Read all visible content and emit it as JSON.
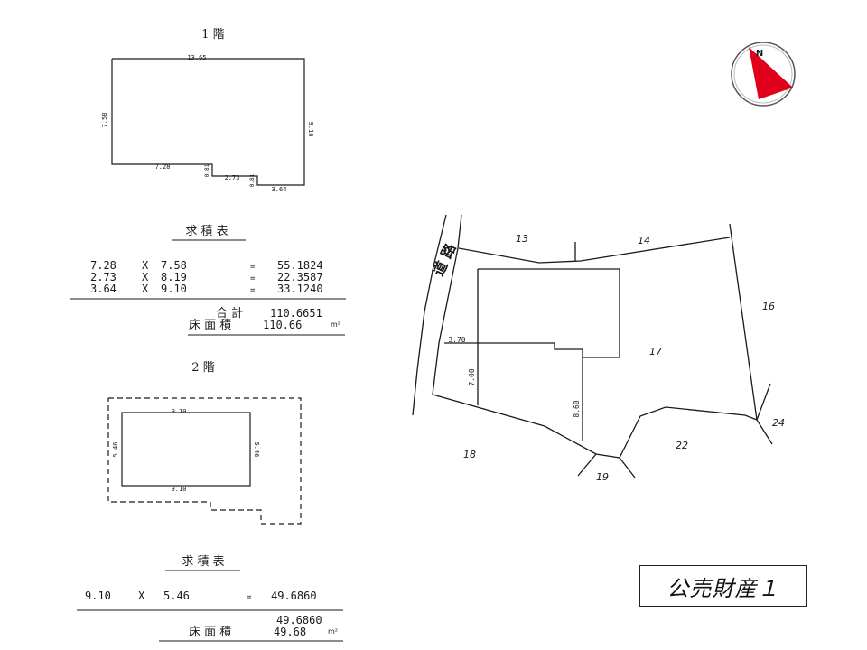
{
  "floor1": {
    "label": "1 階",
    "dims": {
      "top": "13.65",
      "left": "7.58",
      "right": "9.10",
      "bottom_left": "7.28",
      "step_a": "0.81",
      "bottom_mid": "2.73",
      "step_b": "0.81",
      "bottom_right": "3.64"
    },
    "table_title": "求 積 表",
    "rows": [
      {
        "a": "7.28",
        "op": "X",
        "b": "7.58",
        "eq": "=",
        "result": "55.1824"
      },
      {
        "a": "2.73",
        "op": "X",
        "b": "8.19",
        "eq": "=",
        "result": "22.3587"
      },
      {
        "a": "3.64",
        "op": "X",
        "b": "9.10",
        "eq": "=",
        "result": "33.1240"
      }
    ],
    "total_label": "合 計",
    "total_value": "110.6651",
    "floor_area_label": "床 面 積",
    "floor_area_value": "110.66",
    "unit": "m²"
  },
  "floor2": {
    "label": "2 階",
    "dims": {
      "top": "9.10",
      "left": "5.46",
      "right": "5.46",
      "bottom": "9.10"
    },
    "table_title": "求 積 表",
    "rows": [
      {
        "a": "9.10",
        "op": "X",
        "b": "5.46",
        "eq": "=",
        "result": "49.6860"
      }
    ],
    "total_value": "49.6860",
    "floor_area_label": "床 面 積",
    "floor_area_value": "49.68",
    "unit": "m²"
  },
  "site": {
    "road_label": "道 路",
    "lots": [
      "13",
      "14",
      "16",
      "17",
      "18",
      "19",
      "22",
      "24"
    ],
    "dims": {
      "frontage": "3.70",
      "left_depth": "7.00",
      "right_depth": "8.60"
    }
  },
  "compass": {
    "letter": "N"
  },
  "title": "公売財産１",
  "colors": {
    "line": "#1a1a1a",
    "compass_red": "#e0001b"
  }
}
